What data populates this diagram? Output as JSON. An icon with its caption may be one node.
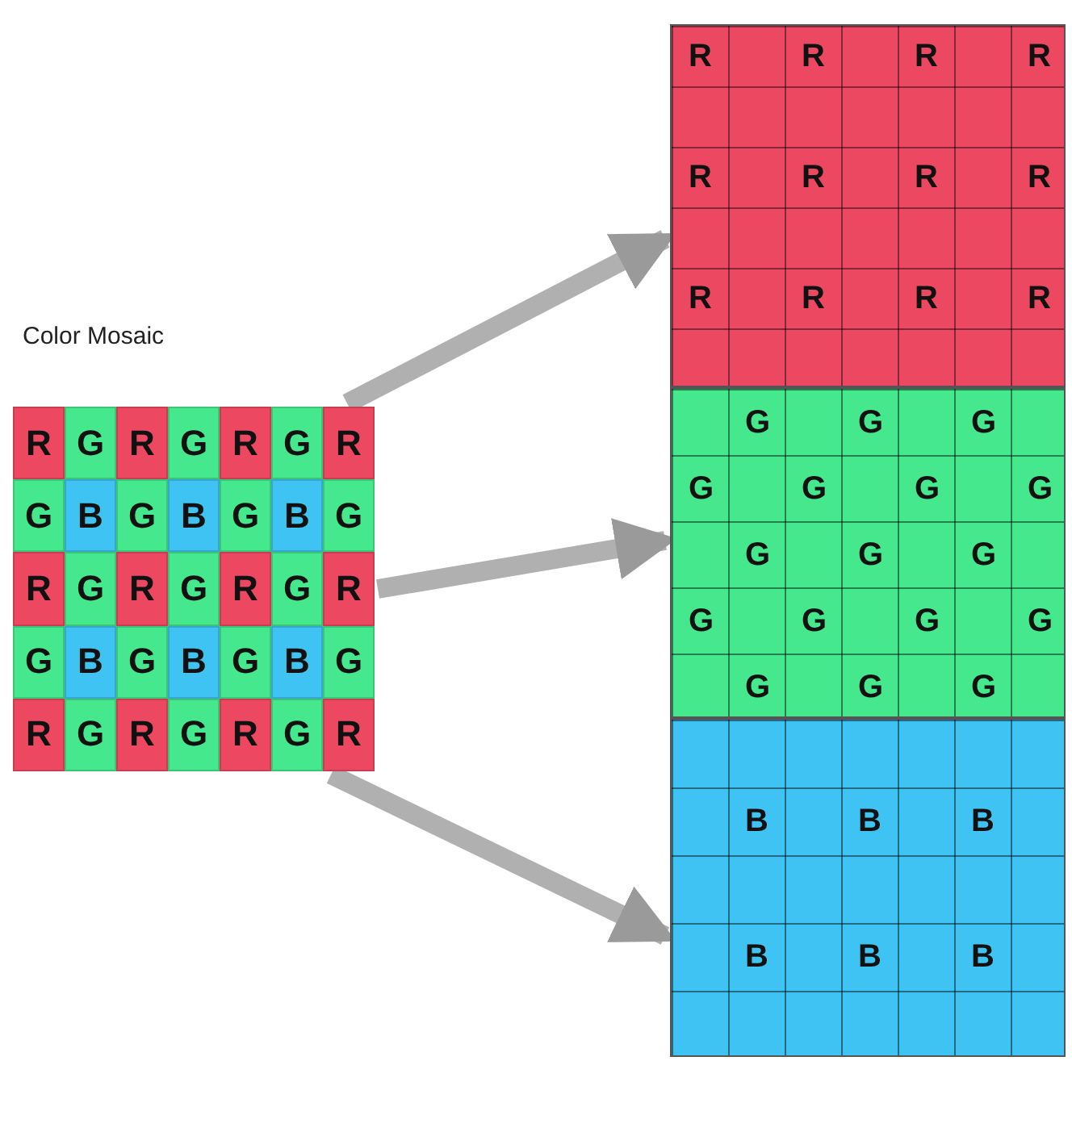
{
  "diagram": {
    "nodes": [
      {
        "text": [
          "R",
          "G",
          "R",
          "G",
          "R",
          "G",
          "R",
          "G",
          "B",
          "G",
          "B",
          "G",
          "B",
          "G",
          "R",
          "G",
          "R",
          "G",
          "R",
          "G",
          "R",
          "G",
          "B",
          "G",
          "B",
          "G",
          "B",
          "G",
          "R",
          "G",
          "R",
          "G",
          "R",
          "G",
          "R"
        ]
      },
      {
        "text": [
          "R",
          "R",
          "R",
          "R",
          "R",
          "R",
          "R",
          "R",
          "R",
          "R",
          "R",
          "R"
        ]
      },
      {
        "text": [
          "G",
          "G",
          "G",
          "G",
          "G",
          "G",
          "G",
          "G",
          "G",
          "G",
          "G",
          "G",
          "G",
          "G",
          "G",
          "G",
          "G"
        ]
      },
      {
        "text": [
          "B",
          "B",
          "B",
          "B",
          "B",
          "B"
        ]
      }
    ],
    "edges": [
      {
        "from": 0,
        "to": 1,
        "arrow": "to"
      },
      {
        "from": 0,
        "to": 2,
        "arrow": "to"
      },
      {
        "from": 0,
        "to": 3,
        "arrow": "to"
      }
    ],
    "labels": [
      "Color Mosaic"
    ]
  }
}
